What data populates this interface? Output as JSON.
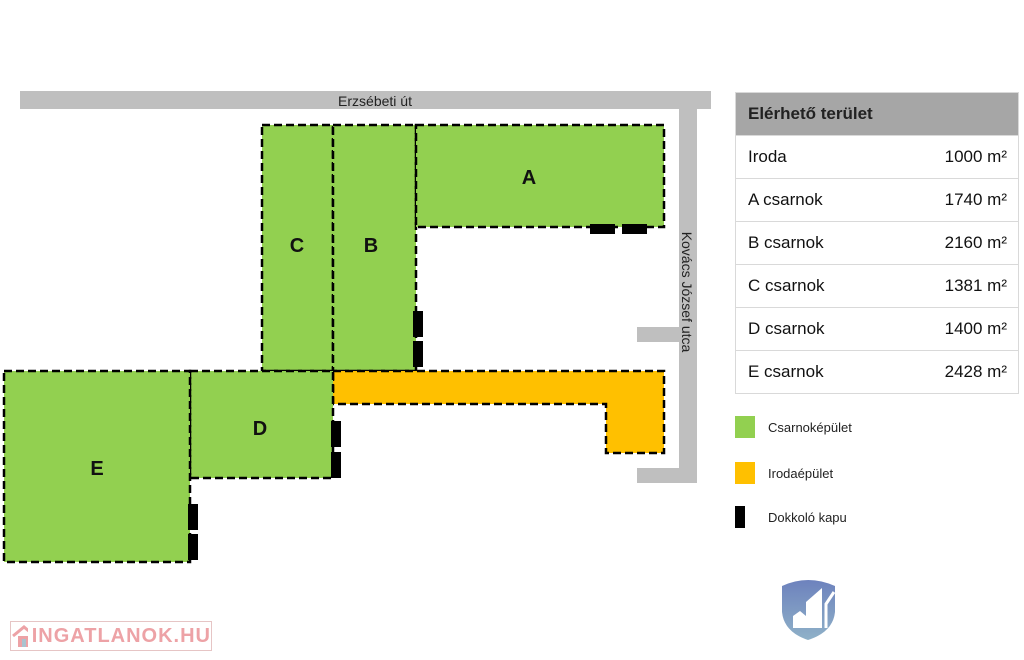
{
  "plan": {
    "roads": {
      "north": "Erzsébeti út",
      "east": "Kovács József utca"
    },
    "buildings": [
      {
        "label": "A",
        "type": "hall"
      },
      {
        "label": "B",
        "type": "hall"
      },
      {
        "label": "C",
        "type": "hall"
      },
      {
        "label": "D",
        "type": "hall"
      },
      {
        "label": "E",
        "type": "hall"
      },
      {
        "label": "",
        "type": "office"
      }
    ],
    "colors": {
      "hall": "#92d050",
      "office": "#ffc000",
      "dock": "#000000",
      "road": "#bfbfbf"
    }
  },
  "table": {
    "title": "Elérhető terület",
    "rows": [
      {
        "name": "Iroda",
        "area": "1000 m²"
      },
      {
        "name": "A csarnok",
        "area": "1740 m²"
      },
      {
        "name": "B csarnok",
        "area": "2160 m²"
      },
      {
        "name": "C csarnok",
        "area": "1381 m²"
      },
      {
        "name": "D csarnok",
        "area": "1400 m²"
      },
      {
        "name": "E csarnok",
        "area": "2428 m²"
      }
    ]
  },
  "legend": [
    {
      "label": "Csarnoképület",
      "color": "#92d050"
    },
    {
      "label": "Irodaépület",
      "color": "#ffc000"
    },
    {
      "label": "Dokkoló kapu",
      "color": "#000000"
    }
  ],
  "watermark": "INGATLANOK.HU"
}
